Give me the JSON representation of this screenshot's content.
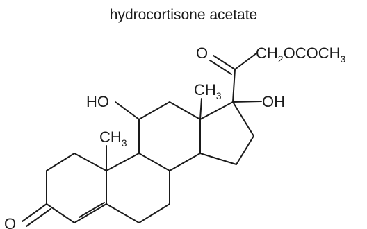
{
  "title": "hydrocortisone acetate",
  "labels": {
    "ketone_o": "O",
    "acetate_chain": "CH2OCOCH3",
    "methyl_13": "CH3",
    "hydroxyl_17": "OH",
    "hydroxyl_11": "HO",
    "methyl_10": "CH3",
    "ketone_3_o": "O"
  },
  "colors": {
    "ink": "#1a1a1a",
    "background": "#ffffff"
  }
}
